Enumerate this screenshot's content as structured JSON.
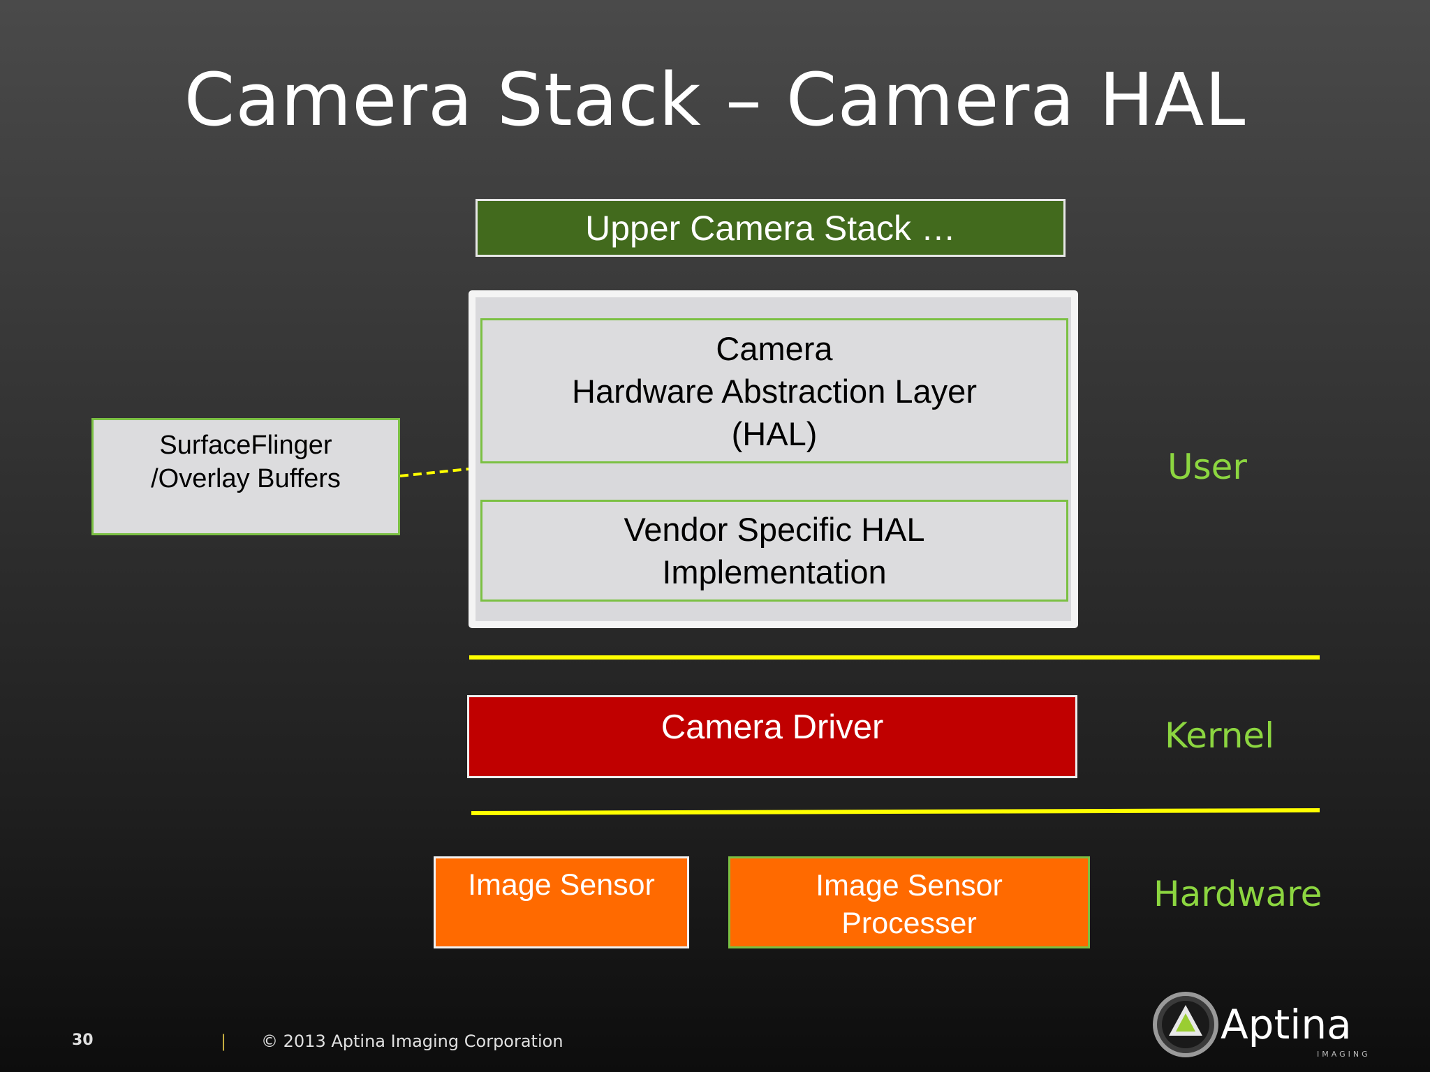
{
  "title": "Camera Stack – Camera HAL",
  "boxes": {
    "upper_stack": "Upper Camera Stack …",
    "hal": [
      "Camera",
      "Hardware Abstraction Layer",
      "(HAL)"
    ],
    "vendor": [
      "Vendor Specific HAL",
      "Implementation"
    ],
    "surface": [
      "SurfaceFlinger",
      "/Overlay Buffers"
    ],
    "driver": "Camera Driver",
    "sensor": "Image Sensor",
    "isp": [
      "Image Sensor",
      "Processer"
    ]
  },
  "layers": {
    "user": "User",
    "kernel": "Kernel",
    "hardware": "Hardware"
  },
  "footer": {
    "page_number": "30",
    "separator": "|",
    "copyright": "© 2013 Aptina Imaging Corporation"
  },
  "logo": {
    "name": "Aptina",
    "tagline": "IMAGING"
  },
  "colors": {
    "upper_stack": "#426a1d",
    "driver": "#c00000",
    "hardware": "#ff6a00",
    "layer_label": "#8cd640",
    "divider": "#ffff00",
    "box_border": "#7bc043"
  }
}
